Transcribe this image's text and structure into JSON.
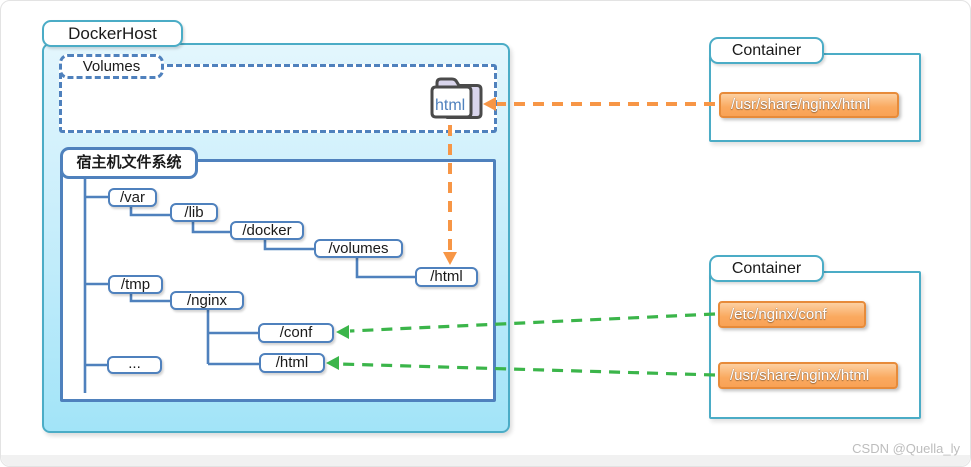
{
  "docker_host": {
    "label": "DockerHost"
  },
  "volumes": {
    "label": "Volumes",
    "folder_icon_label": "html"
  },
  "filesystem": {
    "label": "宿主机文件系统",
    "nodes": [
      {
        "label": "/var"
      },
      {
        "label": "/lib"
      },
      {
        "label": "/docker"
      },
      {
        "label": "/volumes"
      },
      {
        "label": "/html"
      },
      {
        "label": "/tmp"
      },
      {
        "label": "/nginx"
      },
      {
        "label": "/conf"
      },
      {
        "label": "/html"
      },
      {
        "label": "..."
      }
    ]
  },
  "containers": [
    {
      "label": "Container",
      "paths": [
        "/usr/share/nginx/html"
      ]
    },
    {
      "label": "Container",
      "paths": [
        "/etc/nginx/conf",
        "/usr/share/nginx/html"
      ]
    }
  ],
  "watermark": "CSDN @Quella_ly",
  "colors": {
    "host_border": "#4bacc6",
    "tree_border": "#4f81bd",
    "orange_accent": "#f79646",
    "green_accent": "#3bb54a",
    "host_fill_top": "#e3f6fd",
    "host_fill_bottom": "#a2e4f8"
  }
}
